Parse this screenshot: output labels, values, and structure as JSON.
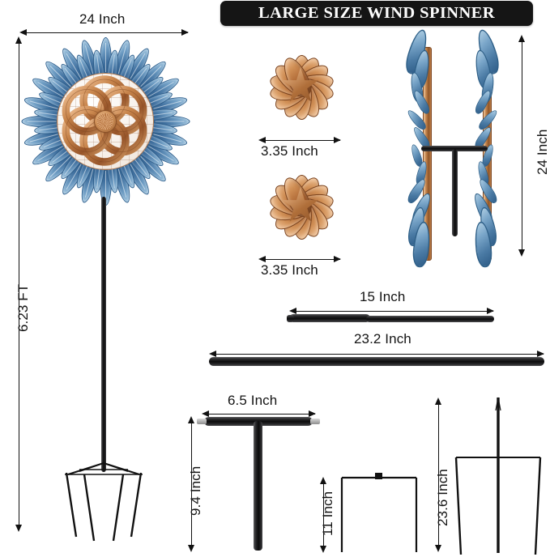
{
  "banner": {
    "title": "LARGE SIZE WIND SPINNER"
  },
  "product": {
    "name": "Large Size Wind Spinner",
    "overall_height": "6.23 FT",
    "spinner_diameter": "24 Inch"
  },
  "dimensions": {
    "spinner_width": "24 Inch",
    "total_height": "6.23 FT",
    "rosette_top": "3.35 Inch",
    "rosette_bottom": "3.35 Inch",
    "side_view_height": "24 Inch",
    "pole_short": "15 Inch",
    "pole_long": "23.2 Inch",
    "bracket_width": "6.5 Inch",
    "bracket_height": "9.4 Inch",
    "u_stake_height": "11 Inch",
    "fork_stake_height": "23.6 Inch"
  },
  "parts": [
    {
      "id": "main-spinner",
      "label": "24 Inch",
      "secondary": "6.23 FT"
    },
    {
      "id": "copper-rosette-top",
      "label": "3.35 Inch"
    },
    {
      "id": "copper-rosette-bottom",
      "label": "3.35 Inch"
    },
    {
      "id": "side-view-spinner",
      "label": "24 Inch"
    },
    {
      "id": "short-pole",
      "label": "15 Inch"
    },
    {
      "id": "long-pole",
      "label": "23.2 Inch"
    },
    {
      "id": "t-bracket",
      "label": "6.5 Inch",
      "secondary": "9.4 Inch"
    },
    {
      "id": "u-stake",
      "label": "11 Inch"
    },
    {
      "id": "fork-stake",
      "label": "23.6 Inch"
    }
  ],
  "colors": {
    "banner_bg": "#151515",
    "banner_text": "#fdfdfd",
    "petal_blue": "#4a7aa4",
    "copper": "#b0702f",
    "metal_black": "#141414",
    "background": "#ffffff"
  }
}
